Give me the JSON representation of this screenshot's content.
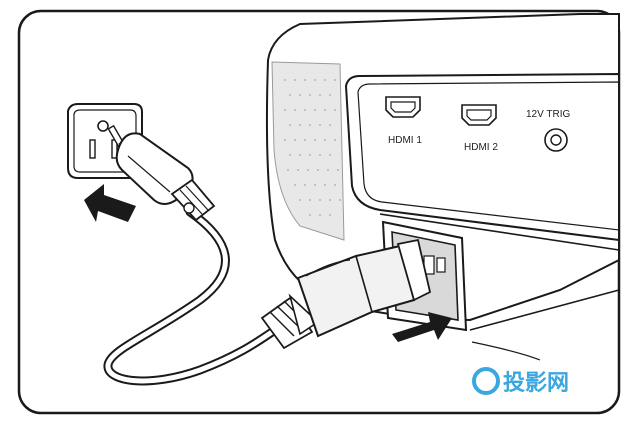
{
  "ports": {
    "hdmi1_label": "HDMI 1",
    "hdmi2_label": "HDMI 2",
    "trigger_label": "12V TRIG"
  },
  "watermark": {
    "text": "投影网",
    "color": "#3aa7e0"
  },
  "colors": {
    "outline": "#1a1a1a",
    "panel": "#d9d9d9",
    "plug_body": "#f2f2f2",
    "arrow": "#1a1a1a"
  }
}
